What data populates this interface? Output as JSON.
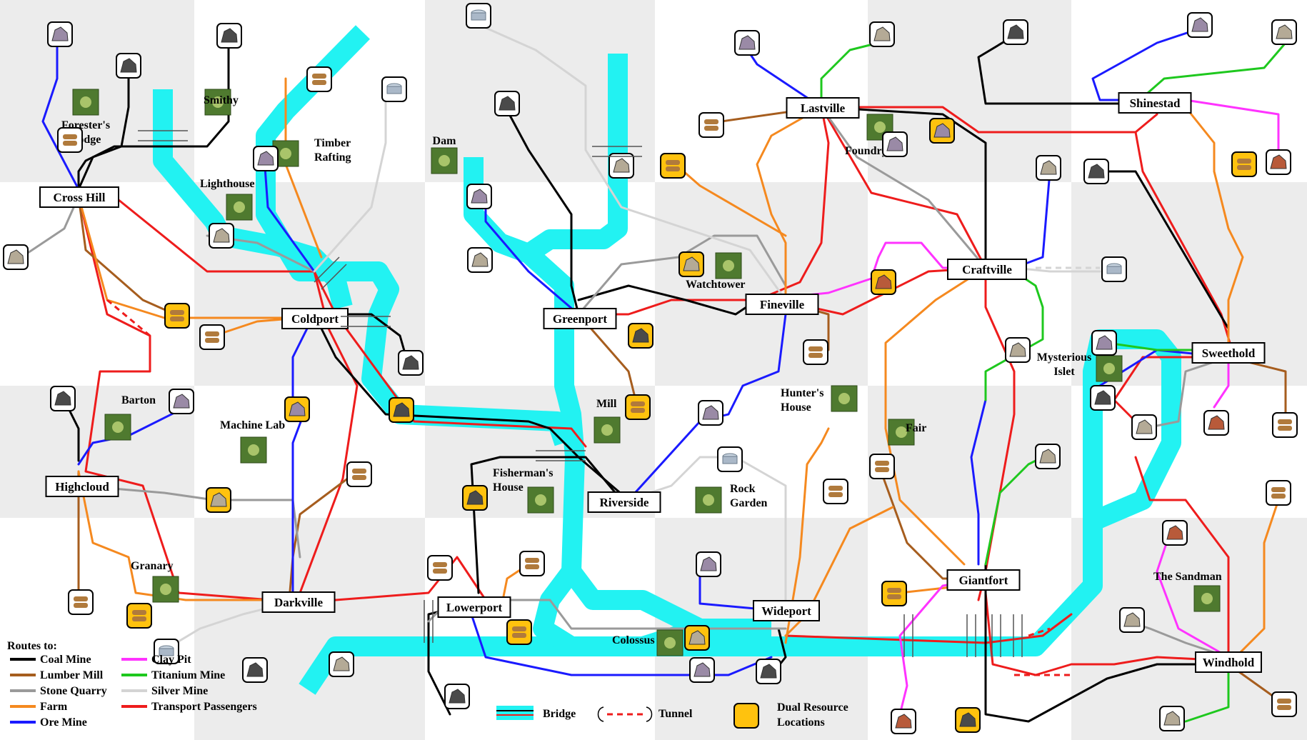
{
  "colors": {
    "coal": "#000000",
    "lumber": "#a65d1e",
    "stone": "#9a9a9a",
    "farm": "#f5891f",
    "ore": "#1a1aff",
    "clay": "#ff33ff",
    "titanium": "#1ec81e",
    "silver": "#d4d4d4",
    "transport": "#ee1c1c",
    "water": "#22f2f2",
    "dual": "#ffc20e",
    "grid": "#ececec"
  },
  "cities": [
    {
      "name": "Cross Hill"
    },
    {
      "name": "Lastville"
    },
    {
      "name": "Shinestad"
    },
    {
      "name": "Coldport"
    },
    {
      "name": "Greenport"
    },
    {
      "name": "Fineville"
    },
    {
      "name": "Craftville"
    },
    {
      "name": "Sweethold"
    },
    {
      "name": "Highcloud"
    },
    {
      "name": "Riverside"
    },
    {
      "name": "Darkville"
    },
    {
      "name": "Lowerport"
    },
    {
      "name": "Wideport"
    },
    {
      "name": "Giantfort"
    },
    {
      "name": "Windhold"
    }
  ],
  "places": [
    {
      "lines": [
        "Forester's",
        "Lodge"
      ]
    },
    {
      "lines": [
        "Smithy"
      ]
    },
    {
      "lines": [
        "Timber",
        "Rafting"
      ]
    },
    {
      "lines": [
        "Lighthouse"
      ]
    },
    {
      "lines": [
        "Dam"
      ]
    },
    {
      "lines": [
        "Watchtower"
      ]
    },
    {
      "lines": [
        "Foundry"
      ]
    },
    {
      "lines": [
        "Barton"
      ]
    },
    {
      "lines": [
        "Machine Lab"
      ]
    },
    {
      "lines": [
        "Mill"
      ]
    },
    {
      "lines": [
        "Hunter's",
        "House"
      ]
    },
    {
      "lines": [
        "Fair"
      ]
    },
    {
      "lines": [
        "Mysterious",
        "Islet"
      ]
    },
    {
      "lines": [
        "Fisherman's",
        "House"
      ]
    },
    {
      "lines": [
        "Rock",
        "Garden"
      ]
    },
    {
      "lines": [
        "Granary"
      ]
    },
    {
      "lines": [
        "Colossus"
      ]
    },
    {
      "lines": [
        "The Sandman"
      ]
    }
  ],
  "legend": {
    "title": "Routes to:",
    "items": [
      {
        "label": "Coal Mine",
        "color": "#000000"
      },
      {
        "label": "Lumber Mill",
        "color": "#a65d1e"
      },
      {
        "label": "Stone Quarry",
        "color": "#9a9a9a"
      },
      {
        "label": "Farm",
        "color": "#f5891f"
      },
      {
        "label": "Ore Mine",
        "color": "#1a1aff"
      },
      {
        "label": "Clay Pit",
        "color": "#ff33ff"
      },
      {
        "label": "Titanium Mine",
        "color": "#1ec81e"
      },
      {
        "label": "Silver Mine",
        "color": "#d4d4d4"
      },
      {
        "label": "Transport Passengers",
        "color": "#ee1c1c"
      }
    ],
    "bridge": "Bridge",
    "tunnel": "Tunnel",
    "dual": [
      "Dual Resource",
      "Locations"
    ]
  }
}
